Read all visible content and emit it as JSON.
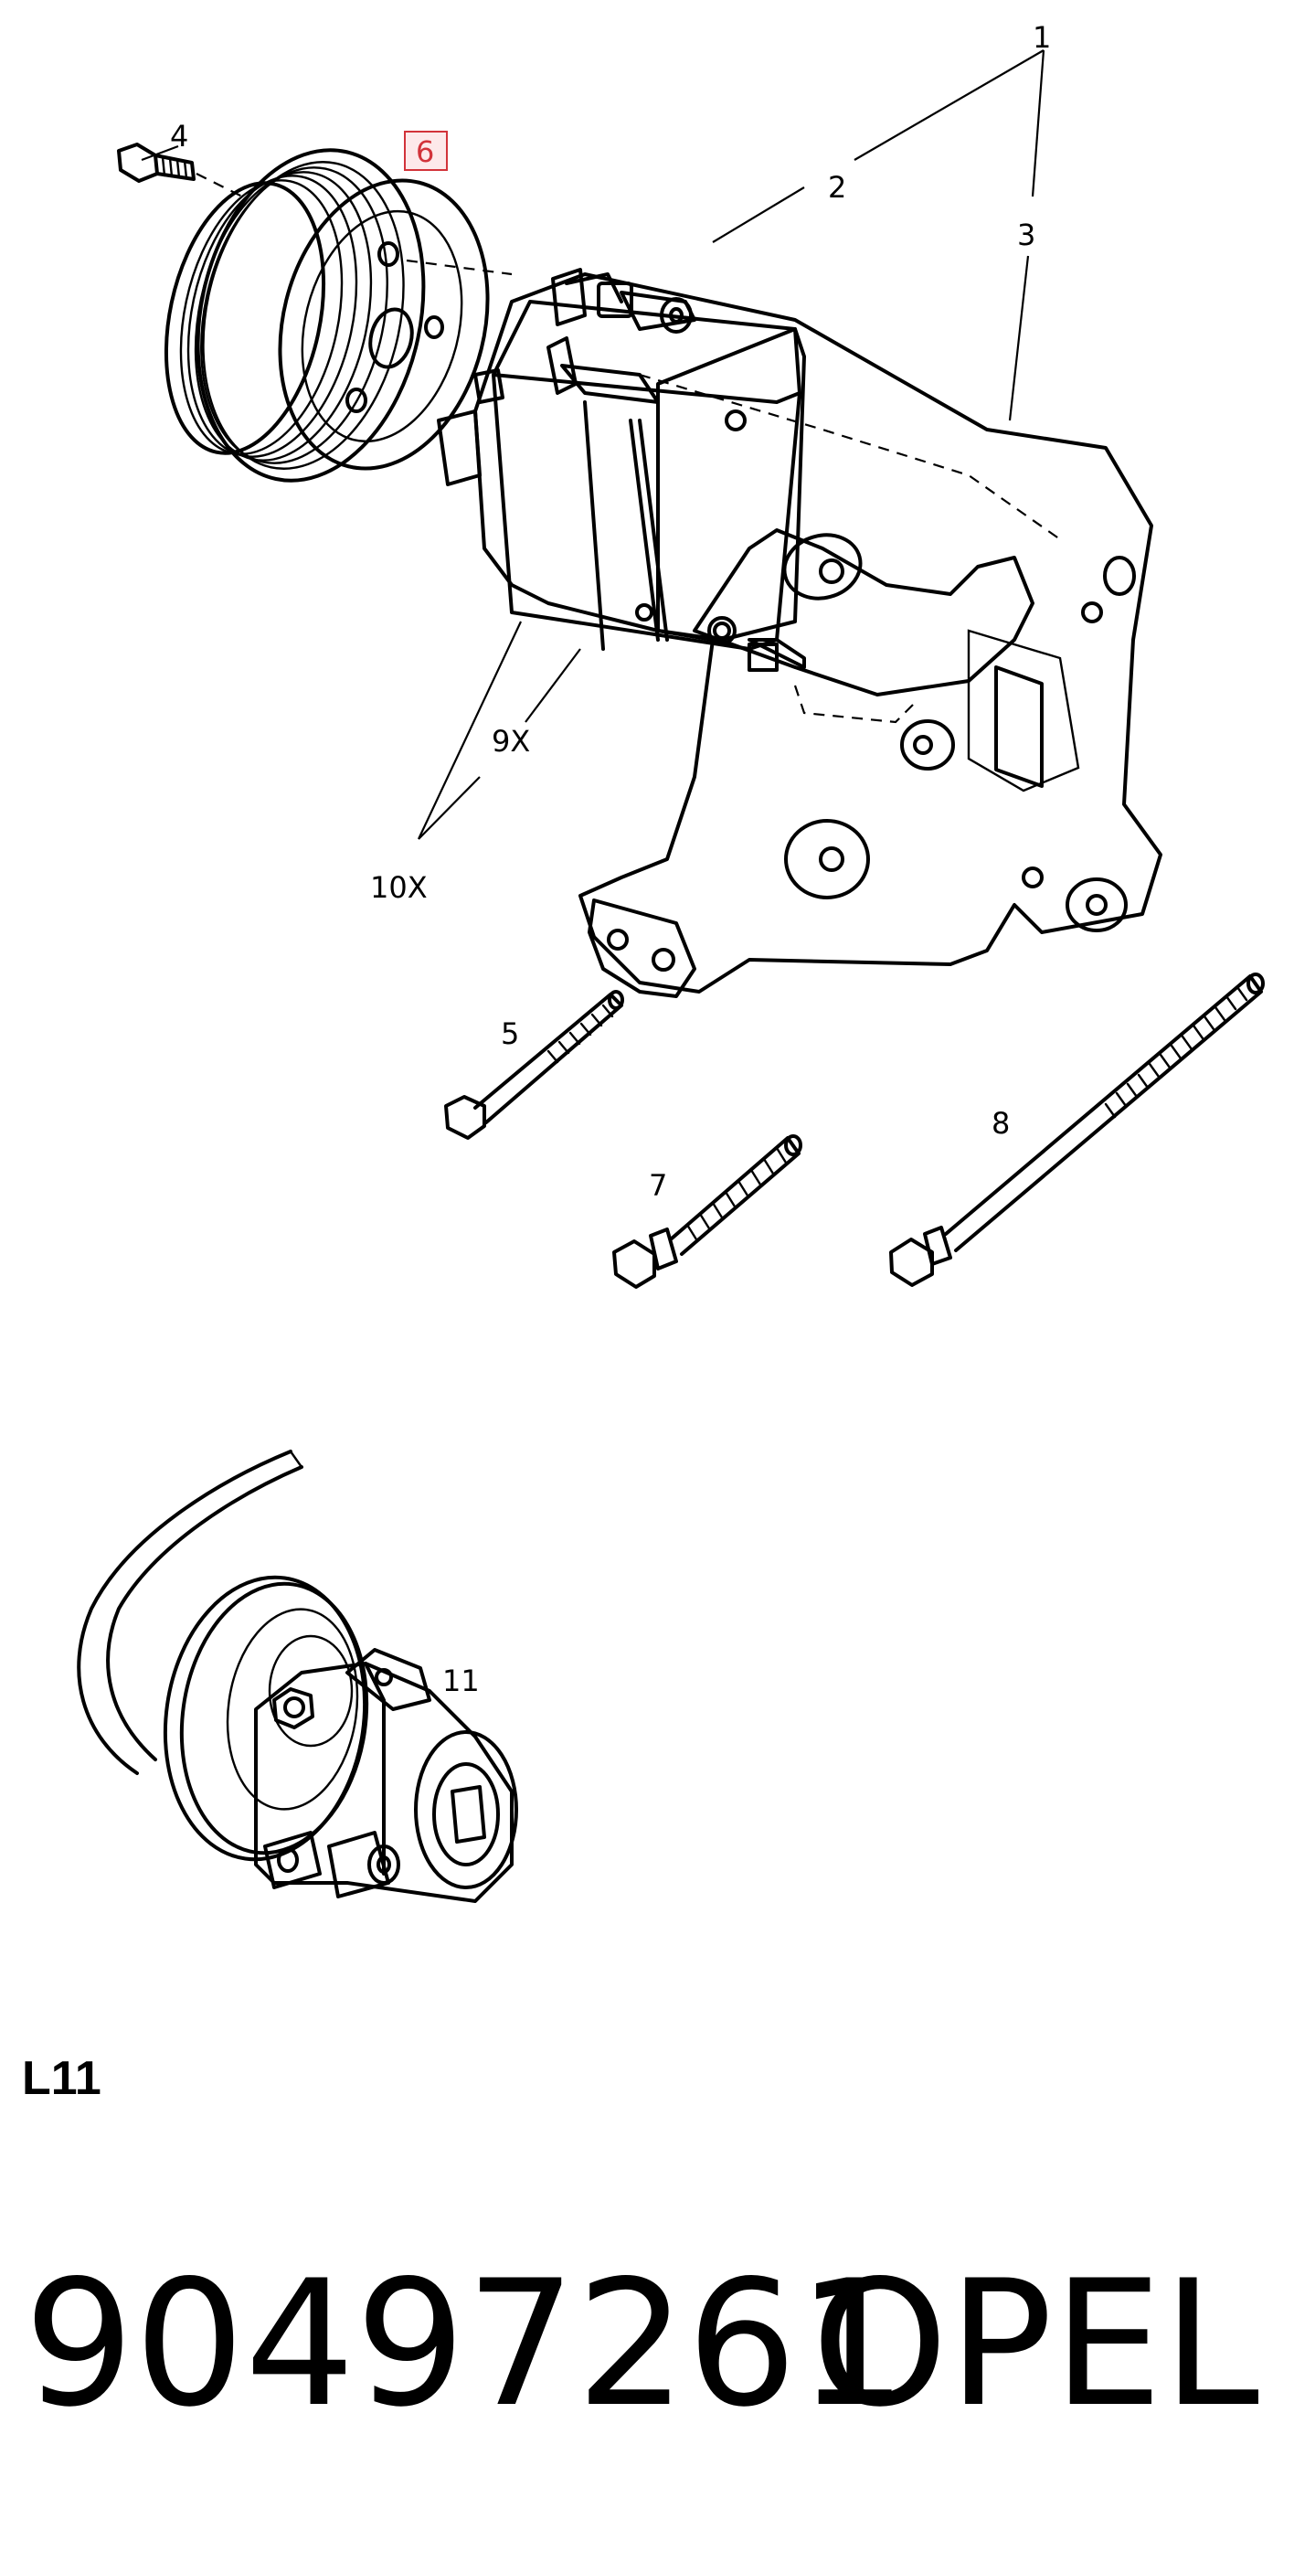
{
  "diagram": {
    "callouts": {
      "c1": "1",
      "c2": "2",
      "c3": "3",
      "c4": "4",
      "c5": "5",
      "c6": "6",
      "c7": "7",
      "c8": "8",
      "c9x": "9X",
      "c10x": "10X",
      "c11": "11"
    },
    "highlighted_callout": "6",
    "highlight_color": "#d2333a"
  },
  "variant_label": "L11",
  "part_number": "90497261",
  "brand": "OPEL"
}
